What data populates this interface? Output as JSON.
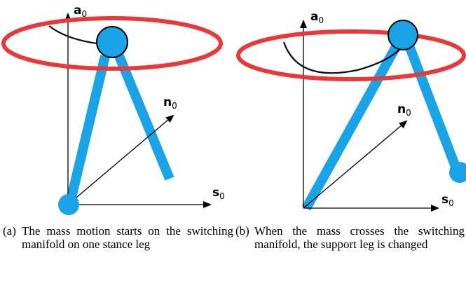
{
  "colors": {
    "leg": "#1aa3e6",
    "manifold": "#e8393a",
    "trajectory": "#111111",
    "axis": "#000000"
  },
  "panel_a": {
    "axes": {
      "a": {
        "letter": "a",
        "sub": "0"
      },
      "n": {
        "letter": "n",
        "sub": "0"
      },
      "s": {
        "letter": "s",
        "sub": "0"
      }
    },
    "caption_label": "(a)",
    "caption_text": "The mass motion starts on the switching manifold on one stance leg"
  },
  "panel_b": {
    "axes": {
      "a": {
        "letter": "a",
        "sub": "0"
      },
      "n": {
        "letter": "n",
        "sub": "0"
      },
      "s": {
        "letter": "s",
        "sub": "0"
      }
    },
    "caption_label": "(b)",
    "caption_text": "When the mass crosses the switching manifold, the support leg is changed"
  }
}
